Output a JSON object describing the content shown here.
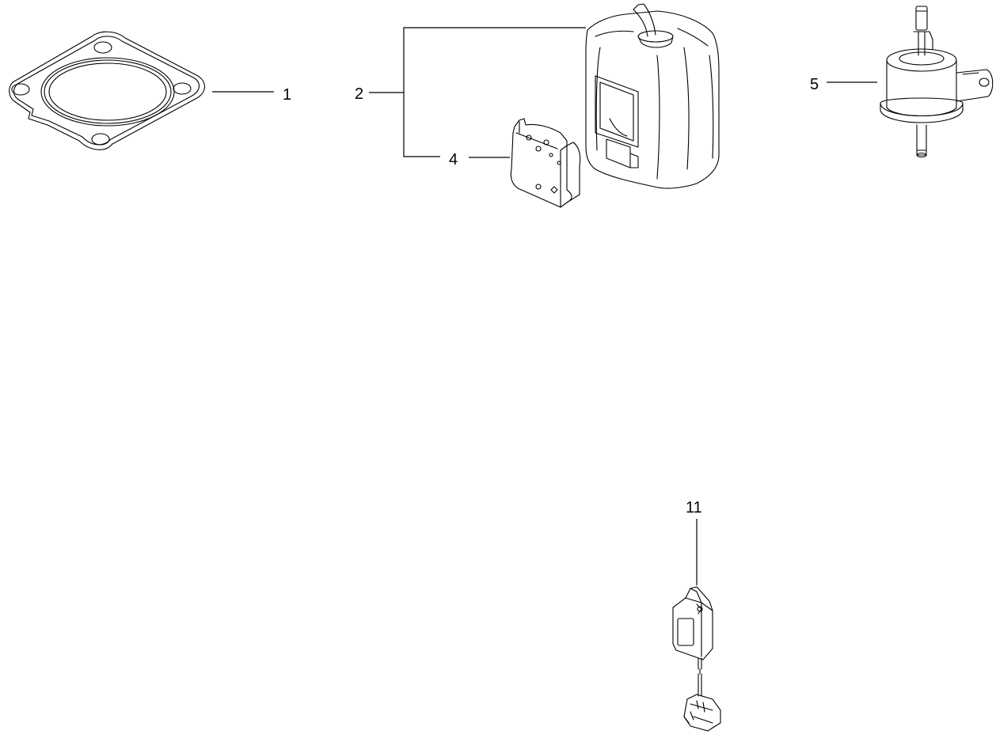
{
  "callouts": {
    "c1": "1",
    "c2": "2",
    "c4": "4",
    "c5": "5",
    "c11": "11"
  },
  "parts": [
    {
      "callout": "1",
      "icon": "gasket-icon"
    },
    {
      "callout": "2",
      "icon": "reservoir-tank-icon"
    },
    {
      "callout": "4",
      "icon": "mounting-bracket-icon"
    },
    {
      "callout": "5",
      "icon": "fuel-filter-icon"
    },
    {
      "callout": "11",
      "icon": "sensor-connector-icon"
    }
  ],
  "colors": {
    "line": "#000000",
    "background": "#ffffff"
  }
}
